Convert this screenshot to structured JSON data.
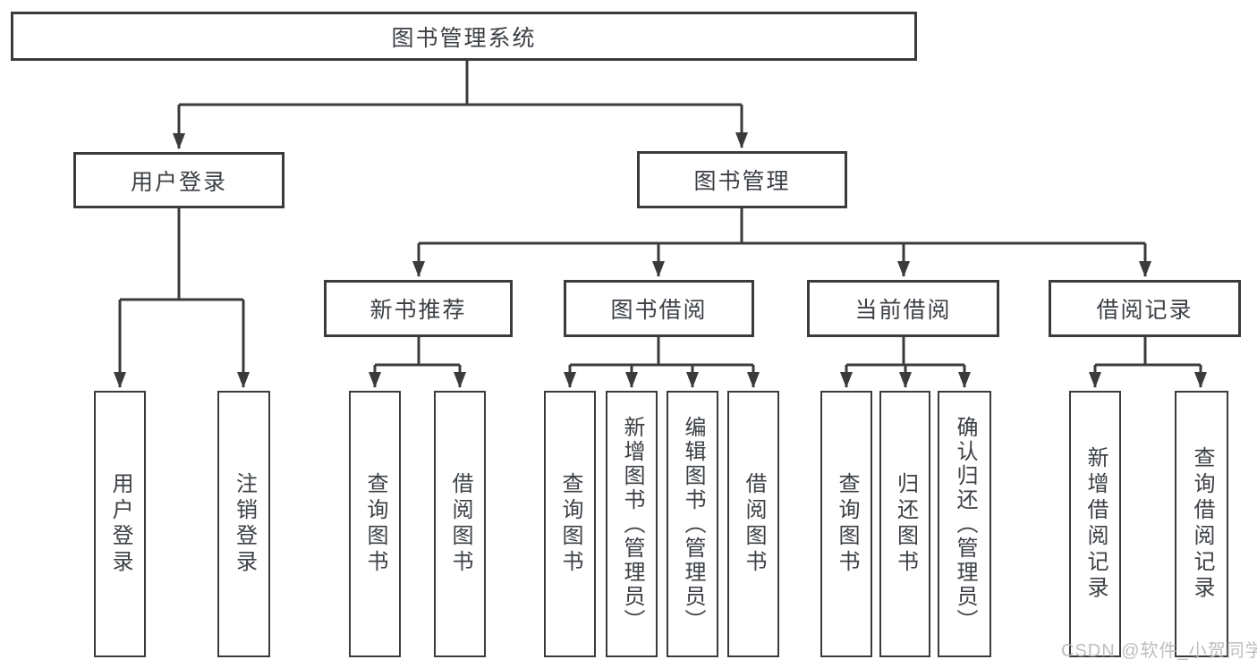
{
  "diagram": {
    "title": "图书管理系统",
    "watermark": "CSDN @软件_小贺同学",
    "colors": {
      "line": "#3b3b3b",
      "text": "#3c4045",
      "watermark": "#b9b9b9",
      "background": "#ffffff"
    },
    "nodes": {
      "root": "图书管理系统",
      "userLogin": "用户登录",
      "bookMgmt": "图书管理",
      "newBookRec": "新书推荐",
      "bookBorrow": "图书借阅",
      "currentBorrow": "当前借阅",
      "borrowRecord": "借阅记录",
      "leafUserLogin": "用户登录",
      "leafLogout": "注销登录",
      "leafQueryBookA": "查询图书",
      "leafBorrowBookA": "借阅图书",
      "leafQueryBookB": "查询图书",
      "leafAddBook": "新增图书（管理员）",
      "leafEditBook": "编辑图书（管理员）",
      "leafBorrowBookB": "借阅图书",
      "leafQueryBookC": "查询图书",
      "leafReturnBook": "归还图书",
      "leafConfirmReturn": "确认归还（管理员）",
      "leafAddBorrowRecord": "新增借阅记录",
      "leafQueryBorrowRecord": "查询借阅记录"
    },
    "structure": {
      "图书管理系统": [
        "用户登录",
        "图书管理"
      ],
      "用户登录": [
        "用户登录",
        "注销登录"
      ],
      "图书管理": [
        "新书推荐",
        "图书借阅",
        "当前借阅",
        "借阅记录"
      ],
      "新书推荐": [
        "查询图书",
        "借阅图书"
      ],
      "图书借阅": [
        "查询图书",
        "新增图书（管理员）",
        "编辑图书（管理员）",
        "借阅图书"
      ],
      "当前借阅": [
        "查询图书",
        "归还图书",
        "确认归还（管理员）"
      ],
      "借阅记录": [
        "新增借阅记录",
        "查询借阅记录"
      ]
    }
  }
}
